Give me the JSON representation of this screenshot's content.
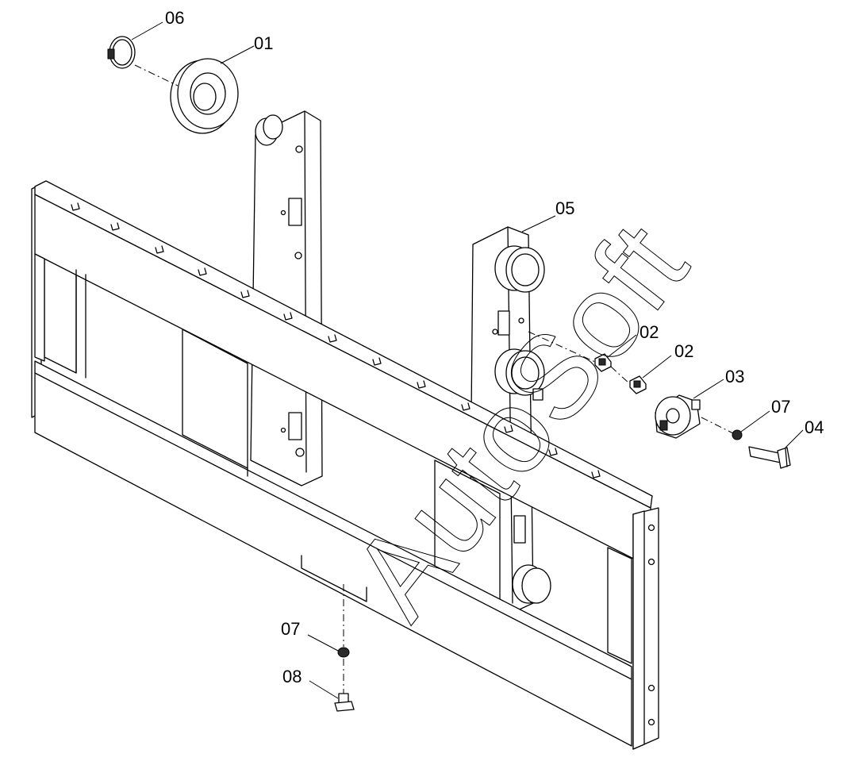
{
  "diagram": {
    "watermark": "AutoSoft",
    "callouts": {
      "c01": "01",
      "c02a": "02",
      "c02b": "02",
      "c03": "03",
      "c04": "04",
      "c05": "05",
      "c06": "06",
      "c07a": "07",
      "c07b": "07",
      "c08": "08"
    }
  }
}
